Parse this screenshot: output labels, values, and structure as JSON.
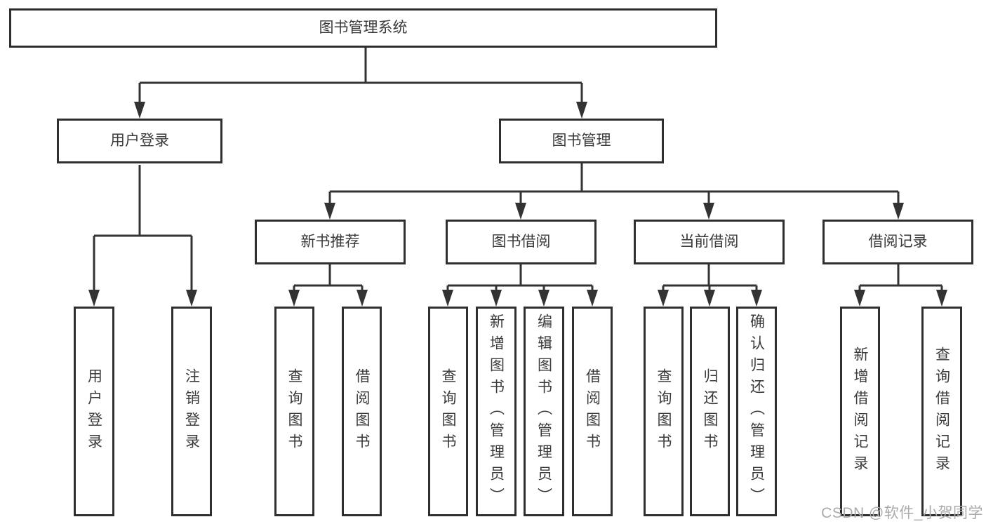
{
  "diagram": {
    "root": "图书管理系统",
    "level2": [
      "用户登录",
      "图书管理"
    ],
    "level3": [
      "新书推荐",
      "图书借阅",
      "当前借阅",
      "借阅记录"
    ],
    "leaves": {
      "login": [
        "用户登录",
        "注销登录"
      ],
      "recommend": [
        "查询图书",
        "借阅图书"
      ],
      "borrow": [
        "查询图书",
        "新增图书（管理员）",
        "编辑图书（管理员）",
        "借阅图书"
      ],
      "current": [
        "查询图书",
        "归还图书",
        "确认归还（管理员）"
      ],
      "records": [
        "新增借阅记录",
        "查询借阅记录"
      ]
    }
  },
  "watermark": "CSDN @软件_小贺同学",
  "colors": {
    "line": "#333333",
    "box_border": "#2f2f2f",
    "text": "#3a3a3a",
    "watermark": "#aaaaad",
    "background": "#ffffff"
  }
}
